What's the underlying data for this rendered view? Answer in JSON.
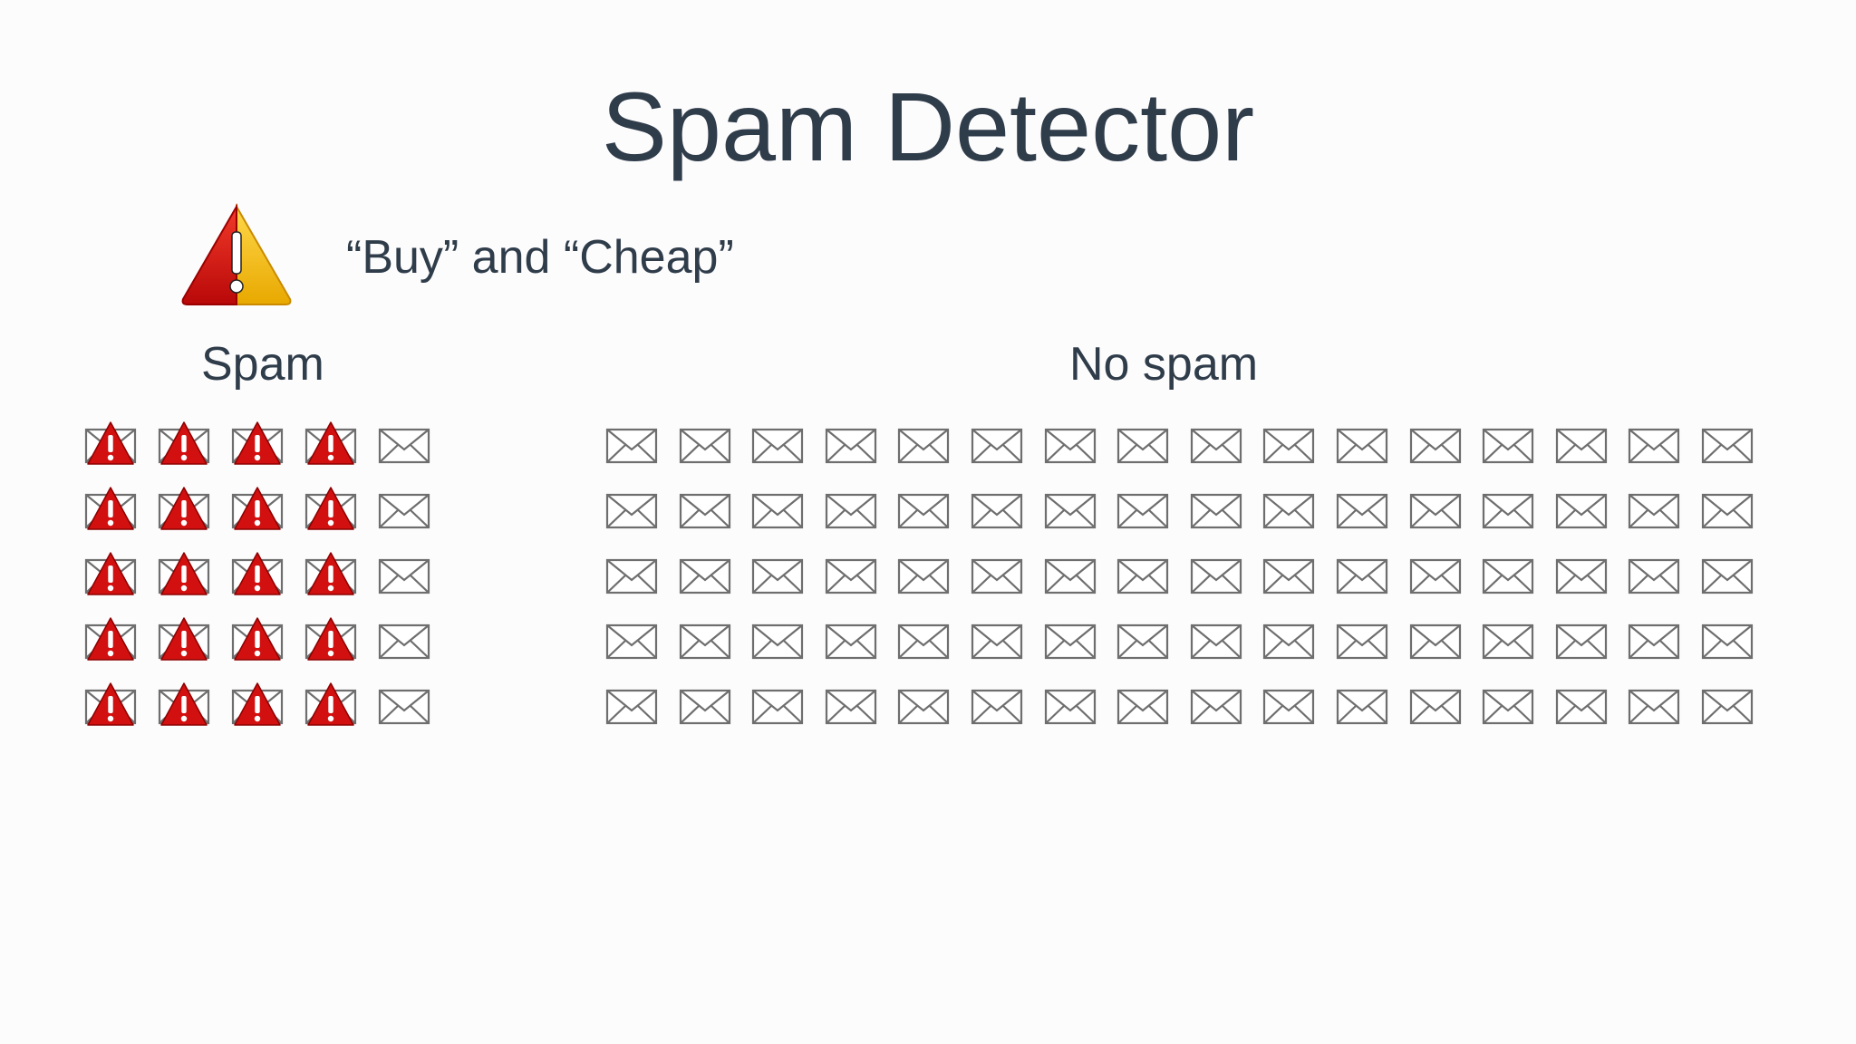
{
  "slide": {
    "title": "Spam Detector",
    "rule": {
      "icon": "warning-triangle-icon",
      "text": "“Buy” and “Cheap”"
    },
    "spam_section": {
      "label": "Spam",
      "rows": 5,
      "columns": 5,
      "flagged_per_row": 4,
      "flagged_icon": "spam-warning-envelope-icon",
      "plain_icon": "envelope-icon"
    },
    "no_spam_section": {
      "label": "No spam",
      "rows": 5,
      "columns": 16,
      "icon": "envelope-icon"
    }
  },
  "colors": {
    "text": "#2f3c4a",
    "warning_red": "#d21010",
    "warning_yellow": "#f2c200",
    "envelope_stroke": "#6e6e6e"
  }
}
